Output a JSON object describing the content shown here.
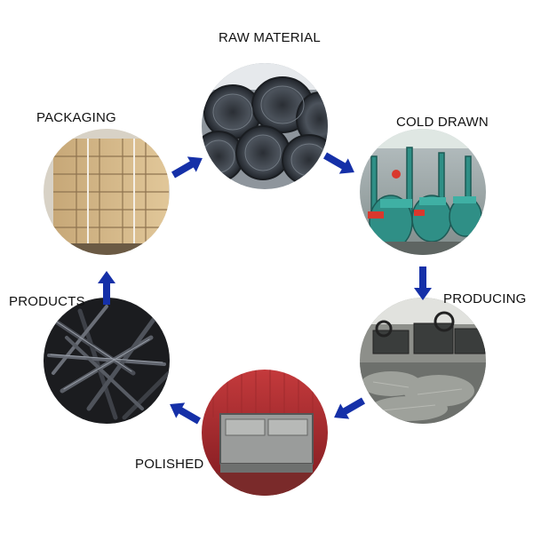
{
  "steps": {
    "raw_material": {
      "label": "RAW MATERIAL",
      "image": "wire-rod-coils"
    },
    "cold_drawn": {
      "label": "COLD DRAWN",
      "image": "wire-drawing-machines"
    },
    "producing": {
      "label": "PRODUCING",
      "image": "nail-making-machines"
    },
    "polished": {
      "label": "POLISHED",
      "image": "polishing-drum-machine"
    },
    "products": {
      "label": "PRODUCTS",
      "image": "steel-nails-pile"
    },
    "packaging": {
      "label": "PACKAGING",
      "image": "cartons-on-pallet"
    }
  },
  "colors": {
    "arrow": "#1530a8",
    "label": "#111111",
    "background": "#ffffff"
  },
  "icons": [
    "arrow-icon"
  ]
}
